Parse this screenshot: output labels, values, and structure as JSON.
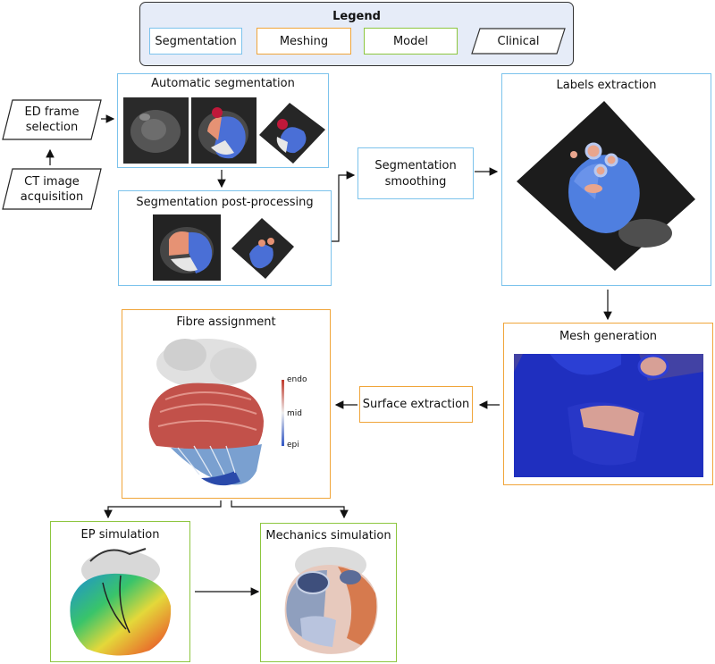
{
  "legend": {
    "title": "Legend",
    "items": [
      {
        "label": "Segmentation",
        "color": "#7cc3ec"
      },
      {
        "label": "Meshing",
        "color": "#f0a53a"
      },
      {
        "label": "Model",
        "color": "#8dc63f"
      },
      {
        "label": "Clinical",
        "color": "#333333"
      }
    ]
  },
  "clinical": {
    "ed_frame": "ED frame\nselection",
    "ct_acquisition": "CT image\nacquisition"
  },
  "segmentation": {
    "automatic": "Automatic segmentation",
    "post_processing": "Segmentation post-processing",
    "smoothing": "Segmentation\nsmoothing",
    "labels_extraction": "Labels extraction"
  },
  "meshing": {
    "mesh_generation": "Mesh  generation",
    "surface_extraction": "Surface extraction",
    "fibre_assignment": "Fibre assignment",
    "colorbar": {
      "top": "endo",
      "middle": "mid",
      "bottom": "epi"
    }
  },
  "model": {
    "ep_simulation": "EP simulation",
    "mechanics_simulation": "Mechanics simulation"
  }
}
